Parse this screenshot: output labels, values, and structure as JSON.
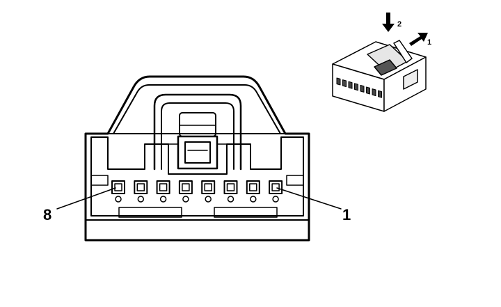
{
  "main_view": {
    "pin_left_label": "8",
    "pin_right_label": "1"
  },
  "inset_view": {
    "arrow_1_label": "1",
    "arrow_2_label": "2"
  },
  "pins": {
    "count": 8
  },
  "colors": {
    "line": "#000000",
    "fill": "#ffffff",
    "shade": "#d9d9d9"
  }
}
